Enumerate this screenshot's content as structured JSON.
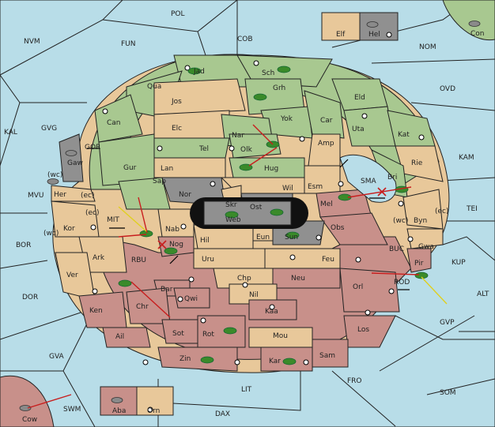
{
  "map": {
    "title": "",
    "sea_color": "#b8dde8",
    "green_color": "#a8c890",
    "tan_color": "#e8c89a",
    "red_color": "#c8908a",
    "gray_color": "#909090"
  },
  "sea_labels": {
    "POL": "POL",
    "NVM": "NVM",
    "FUN": "FUN",
    "COB": "COB",
    "NOM": "NOM",
    "OVD": "OVD",
    "KAL": "KAL",
    "GVG": "GVG",
    "KAM": "KAM",
    "TEI": "TEI",
    "MVU": "MVU",
    "BOR": "BOR",
    "DOR": "DOR",
    "ALT": "ALT",
    "KUP": "KUP",
    "GVA": "GVA",
    "FRO": "FRO",
    "SOM": "SOM",
    "LIT": "LIT",
    "SWM": "SWM",
    "DAX": "DAX",
    "GOR": "GOR",
    "MIT": "MIT",
    "RBU": "RBU",
    "SMA": "SMA",
    "BUC": "BUC",
    "ROD": "ROD",
    "GVP": "GVP"
  },
  "land_labels": {
    "Jad": "Jad",
    "Sch": "Sch",
    "Qua": "Qua",
    "Jos": "Jos",
    "Grh": "Grh",
    "Can": "Can",
    "Elc": "Elc",
    "Yok": "Yok",
    "Eld": "Eld",
    "Car": "Car",
    "Nar": "Nar",
    "Uta": "Uta",
    "Kat": "Kat",
    "Tel": "Tel",
    "Olk": "Olk",
    "Amp": "Amp",
    "Gur": "Gur",
    "Lan": "Lan",
    "Hug": "Hug",
    "Rie": "Rie",
    "Gaw": "Gaw",
    "Bri": "Bri",
    "Nor": "Nor",
    "Wil": "Wil",
    "Esm": "Esm",
    "Sap": "Sap",
    "Skr": "Skr",
    "Ost": "Ost",
    "Mel": "Mel",
    "Her": "Her",
    "Web": "Web",
    "Byn": "Byn",
    "Kor": "Kor",
    "Nab": "Nab",
    "Obs": "Obs",
    "Eun": "Eun",
    "Sun": "Sun",
    "Gwa": "Gwa",
    "Hil": "Hil",
    "Nog": "Nog",
    "Ark": "Ark",
    "Uru": "Uru",
    "Feu": "Feu",
    "Pir": "Pir",
    "Ver": "Ver",
    "Chp": "Chp",
    "Neu": "Neu",
    "Orl": "Orl",
    "Bar": "Bar",
    "Qwi": "Qwi",
    "Nil": "Nil",
    "Ken": "Ken",
    "Chr": "Chr",
    "Kaa": "Kaa",
    "Ail": "Ail",
    "Sot": "Sot",
    "Rot": "Rot",
    "Mou": "Mou",
    "Los": "Los",
    "Zin": "Zin",
    "Kar": "Kar",
    "Sam": "Sam",
    "Elf": "Elf",
    "Hel": "Hel",
    "Con": "Con",
    "Aba": "Aba",
    "Orn": "Orn",
    "Cow": "Cow"
  },
  "coast_labels": {
    "wc1": "(wc)",
    "ec1": "(ec)",
    "ec2": "(ec)",
    "wc2": "(wc)",
    "wc3": "(wc)",
    "ec3": "(ec)"
  }
}
